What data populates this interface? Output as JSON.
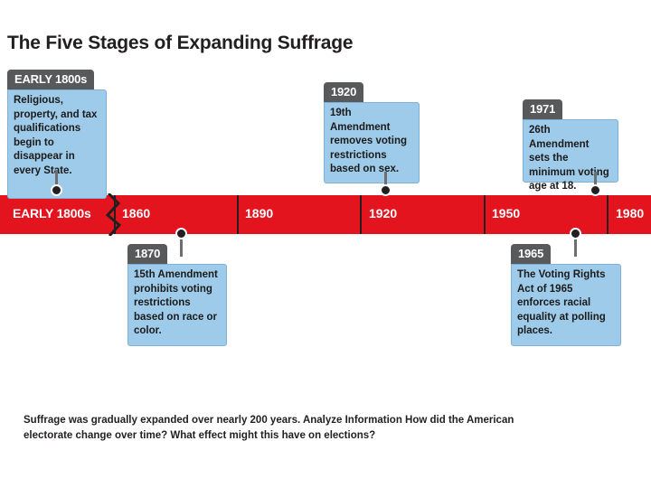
{
  "title": "The Five Stages of Expanding Suffrage",
  "timeline": {
    "start_label": "EARLY 1800s",
    "axis_labels": [
      "1860",
      "1890",
      "1920",
      "1950",
      "1980"
    ],
    "bar_color": "#e4141f"
  },
  "callouts": [
    {
      "id": "early-1800s",
      "header": "EARLY 1800s",
      "body": "Religious, property, and tax qualifications begin to disappear in every State."
    },
    {
      "id": "1870",
      "header": "1870",
      "body": "15th Amendment prohibits voting restrictions based on race or color."
    },
    {
      "id": "1920",
      "header": "1920",
      "body": "19th Amendment removes voting restrictions based on sex."
    },
    {
      "id": "1965",
      "header": "1965",
      "body": "The Voting Rights Act of 1965 enforces racial equality at polling places."
    },
    {
      "id": "1971",
      "header": "1971",
      "body": "26th Amendment sets the minimum voting age at 18."
    }
  ],
  "caption": "Suffrage was gradually expanded over nearly 200 years. Analyze Information How did the American electorate change over time? What effect might this have on elections?"
}
